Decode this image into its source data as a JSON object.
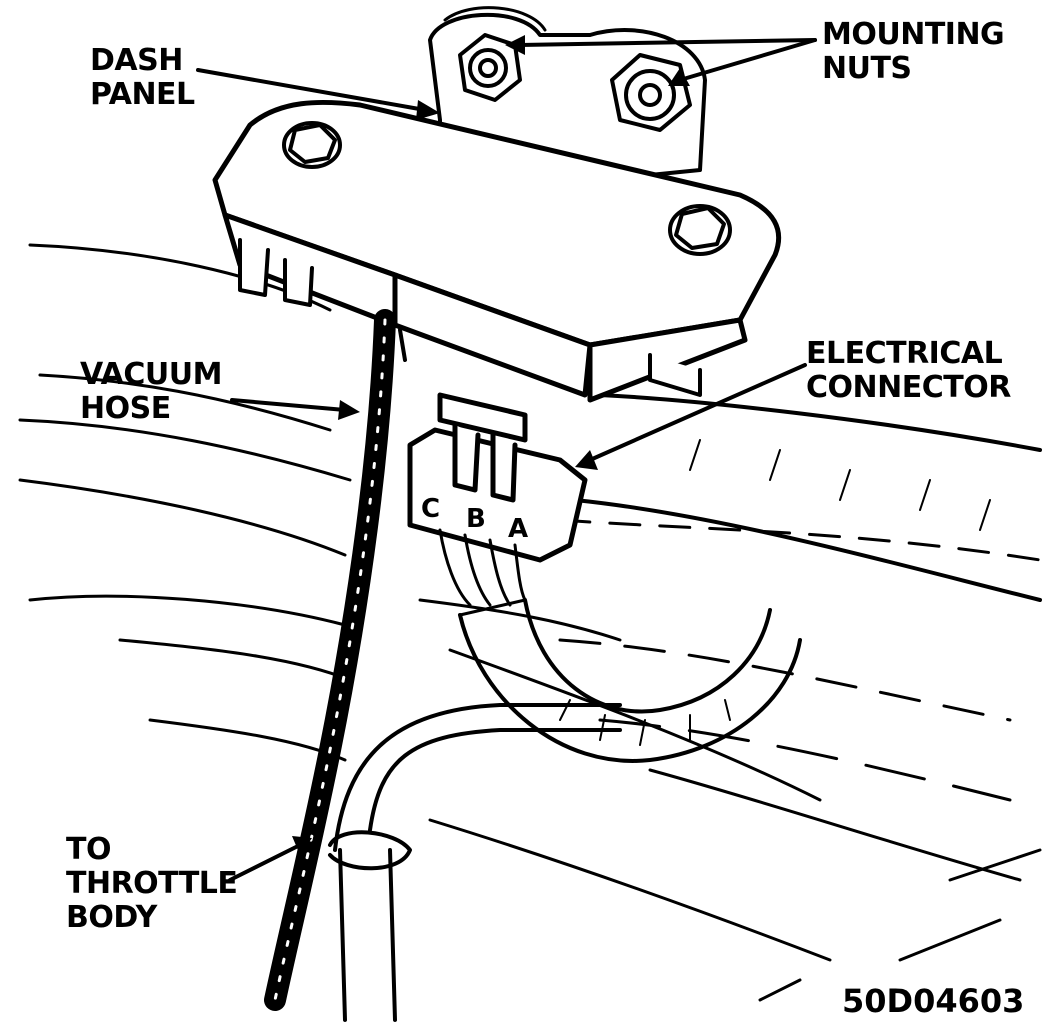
{
  "labels": {
    "dash_panel": [
      "DASH",
      "PANEL"
    ],
    "mounting_nuts": [
      "MOUNTING",
      "NUTS"
    ],
    "vacuum_hose": [
      "VACUUM",
      "HOSE"
    ],
    "electrical_connector": [
      "ELECTRICAL",
      "CONNECTOR"
    ],
    "to_throttle_body": [
      "TO",
      "THROTTLE",
      "BODY"
    ]
  },
  "pins": {
    "c": "C",
    "b": "B",
    "a": "A"
  },
  "figure_code": "50D04603",
  "colors": {
    "ink": "#000000",
    "paper": "#ffffff"
  }
}
